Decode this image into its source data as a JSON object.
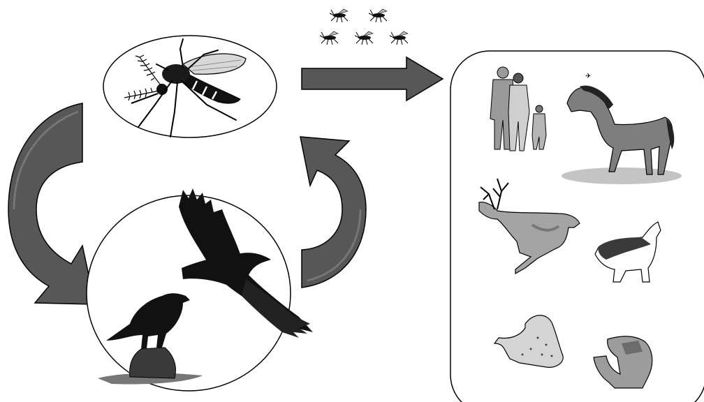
{
  "diagram": {
    "title": "",
    "nodes": [
      {
        "id": "mosquito-vector",
        "icon": "mosquito-icon"
      },
      {
        "id": "bird-reservoir",
        "icon": "bird-icon"
      },
      {
        "id": "incidental-hosts",
        "icons": [
          "human-family-icon",
          "horse-icon",
          "deer-icon",
          "wolf-icon",
          "seal-icon",
          "alligator-icon"
        ]
      }
    ],
    "arrows": [
      {
        "from": "mosquito-vector",
        "to": "bird-reservoir",
        "style": "curved"
      },
      {
        "from": "bird-reservoir",
        "to": "mosquito-vector",
        "style": "curved"
      },
      {
        "from": "mosquito-vector",
        "to": "incidental-hosts",
        "style": "straight"
      }
    ],
    "mosquito_swarm_count": 5,
    "colors": {
      "arrow_fill": "#555555",
      "stroke": "#000000",
      "silhouette": "#111111",
      "background": "#ffffff"
    }
  }
}
